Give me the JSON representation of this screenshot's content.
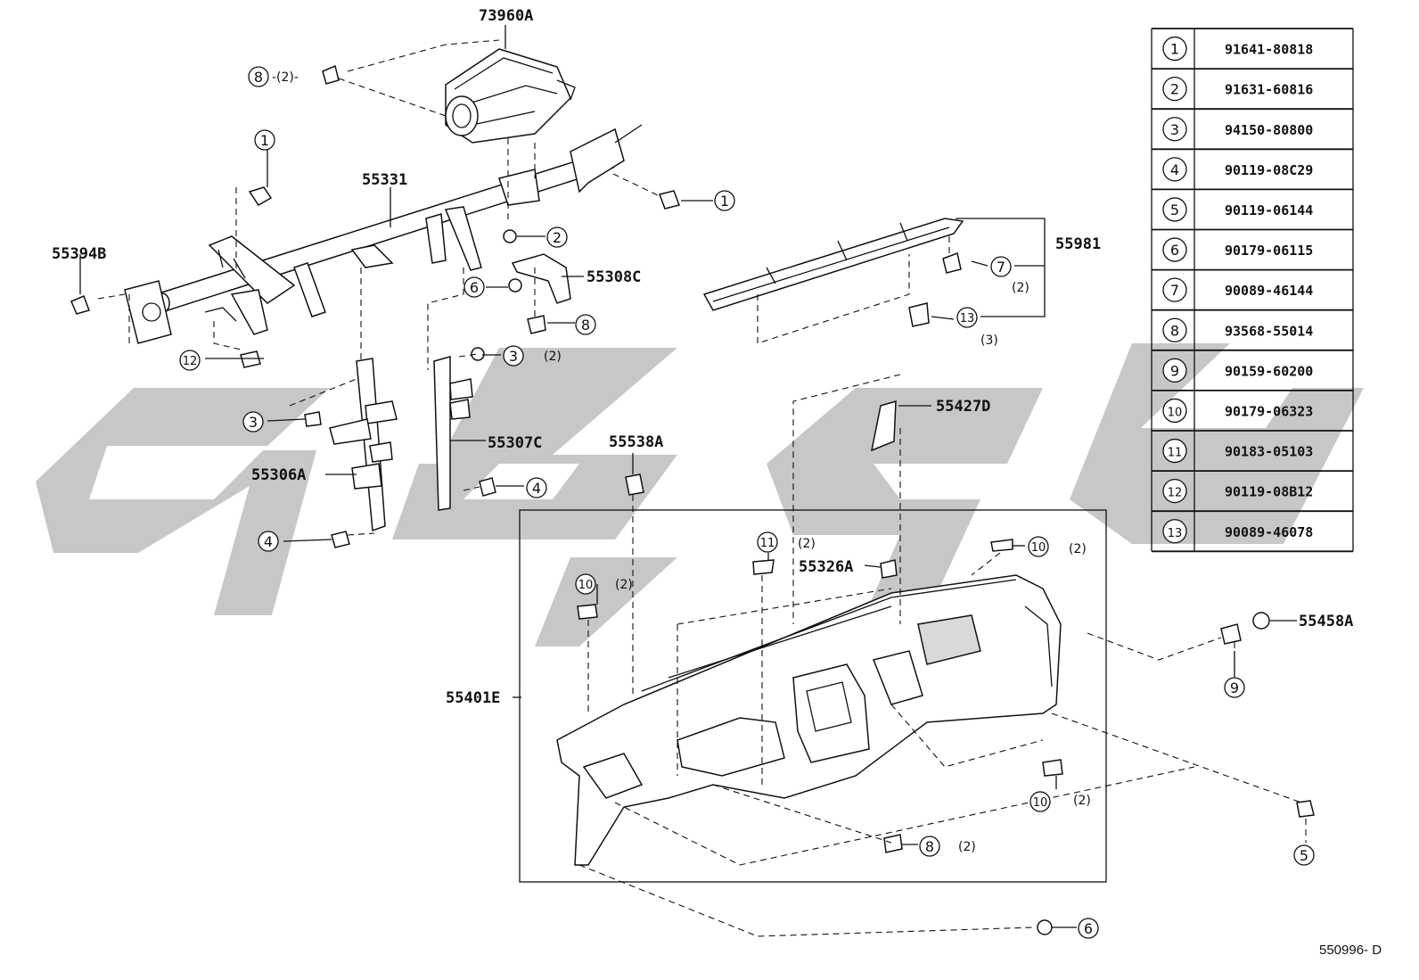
{
  "watermark_color": "#bdbdbd",
  "diagram_id": "550996- D",
  "parts": {
    "airbag": "73960A",
    "reinforcement": "55331",
    "bracket_left": "55394B",
    "brace_center_left": "55306A",
    "brace_center_right": "55307C",
    "bracket_center": "55308C",
    "duct": "55981",
    "bracket_small": "55427D",
    "clip_pin": "55538A",
    "bracket_nut": "55326A",
    "panel": "55401E",
    "cap": "55458A"
  },
  "callouts": {
    "c1a": "1",
    "c1b": "1",
    "c2": "2",
    "c3a": "3",
    "c3b": "3",
    "c4a": "4",
    "c4b": "4",
    "c5": "5",
    "c6a": "6",
    "c6b": "6",
    "c7": "7",
    "c8a": "8",
    "c8b": "8",
    "c8c": "8",
    "c9": "9",
    "c10a": "10",
    "c10b": "10",
    "c10c": "10",
    "c11": "11",
    "c12": "12",
    "c13": "13"
  },
  "quantities": {
    "q8a": "-(2)-",
    "q3b": "(2)",
    "q7": "(2)",
    "q13": "(3)",
    "q11": "(2)",
    "q10a": "(2)",
    "q10b": "(2)",
    "q10c": "(2)",
    "q8c": "(2)"
  },
  "fastener_table": [
    {
      "ref": "1",
      "part_no": "91641-80818"
    },
    {
      "ref": "2",
      "part_no": "91631-60816"
    },
    {
      "ref": "3",
      "part_no": "94150-80800"
    },
    {
      "ref": "4",
      "part_no": "90119-08C29"
    },
    {
      "ref": "5",
      "part_no": "90119-06144"
    },
    {
      "ref": "6",
      "part_no": "90179-06115"
    },
    {
      "ref": "7",
      "part_no": "90089-46144"
    },
    {
      "ref": "8",
      "part_no": "93568-55014"
    },
    {
      "ref": "9",
      "part_no": "90159-60200"
    },
    {
      "ref": "10",
      "part_no": "90179-06323"
    },
    {
      "ref": "11",
      "part_no": "90183-05103"
    },
    {
      "ref": "12",
      "part_no": "90119-08B12"
    },
    {
      "ref": "13",
      "part_no": "90089-46078"
    }
  ]
}
